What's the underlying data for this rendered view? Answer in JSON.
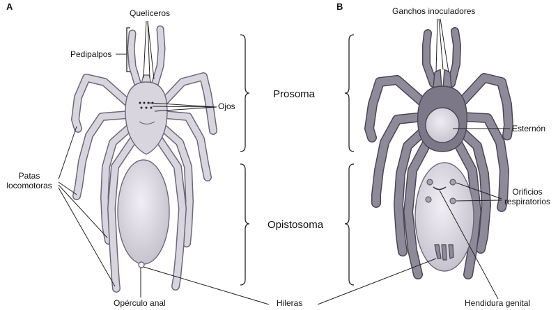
{
  "panels": {
    "a": "A",
    "b": "B"
  },
  "labels": {
    "queliceros": "Quelíceros",
    "pedipalpos": "Pedipalpos",
    "ojos": "Ojos",
    "patas_line1": "Patas",
    "patas_line2": "locomotoras",
    "operculo": "Opérculo anal",
    "hileras": "Hileras",
    "ganchos": "Ganchos inoculadores",
    "esternon": "Esternón",
    "orificios_line1": "Orificios",
    "orificios_line2": "respiratorios",
    "hendidura": "Hendidura genital",
    "prosoma": "Prosoma",
    "opistosoma": "Opistosoma"
  },
  "colors": {
    "dorsal_body": "#d9d6e0",
    "dorsal_outline": "#6d6878",
    "ventral_leg": "#8f8a99",
    "ventral_leg_dark": "#5e5a68",
    "line": "#222222"
  }
}
